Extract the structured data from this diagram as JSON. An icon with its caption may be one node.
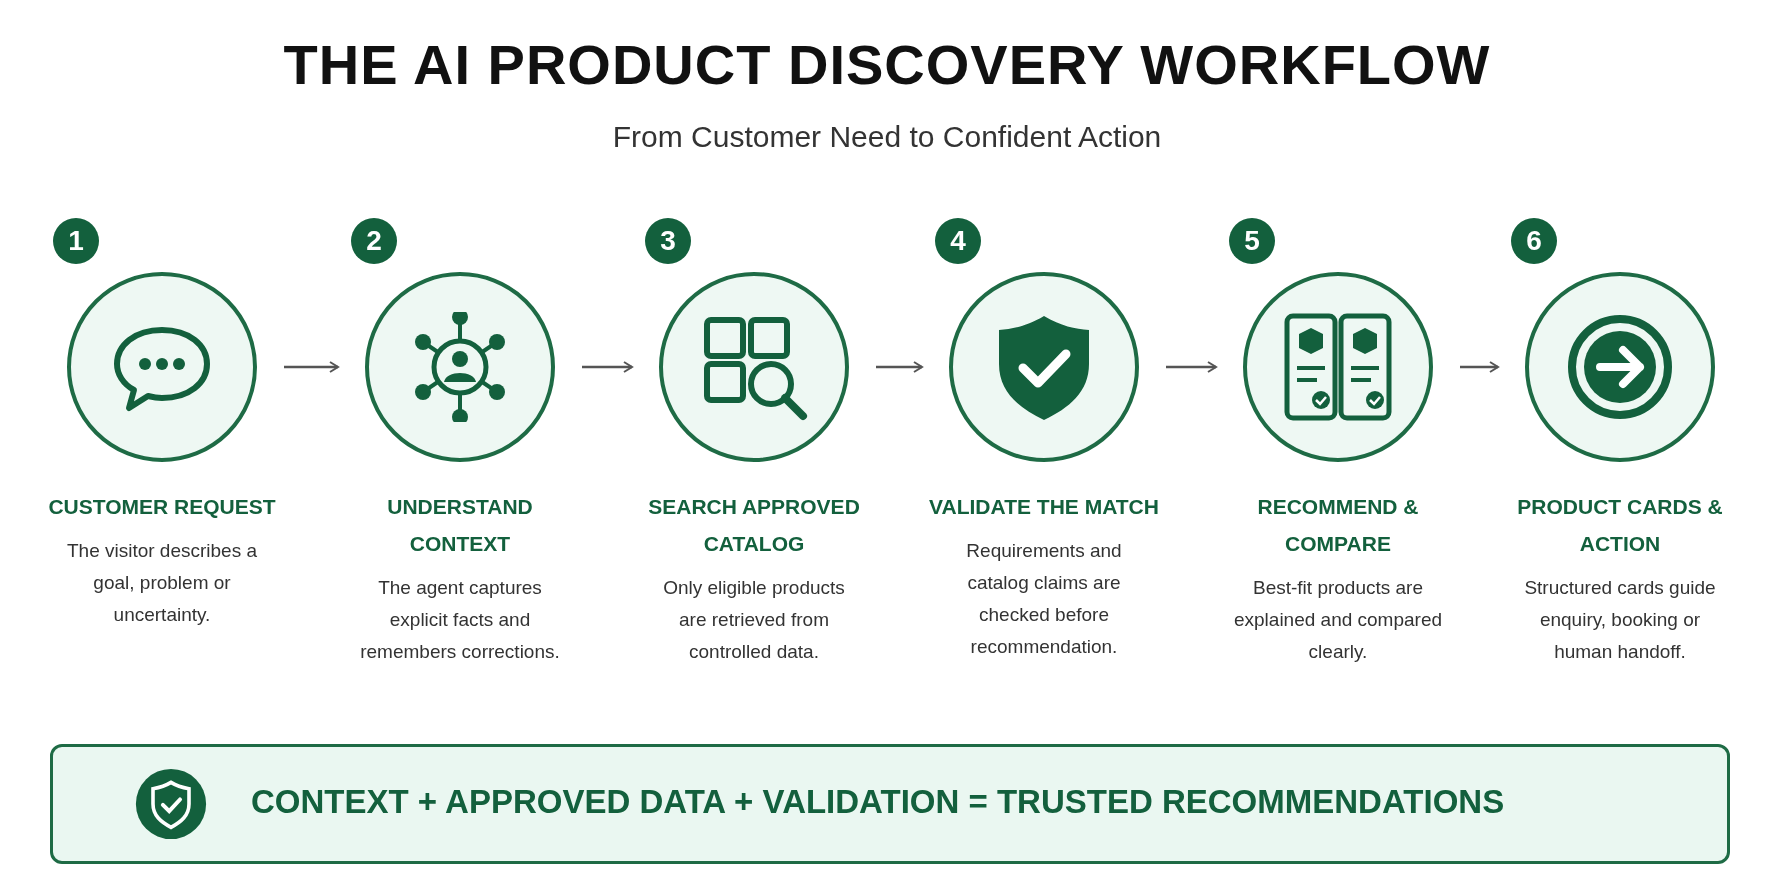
{
  "diagram": {
    "title": "THE AI PRODUCT DISCOVERY WORKFLOW",
    "caption": "From Customer Need to Confident Action",
    "nodes": [
      {
        "text": [
          "CUSTOMER REQUEST",
          "The visitor describes a goal, problem or uncertainty."
        ],
        "beside": [
          "1"
        ]
      },
      {
        "text": [
          "UNDERSTAND CONTEXT",
          "The agent captures explicit facts and remembers corrections."
        ],
        "beside": [
          "2"
        ]
      },
      {
        "text": [
          "SEARCH APPROVED CATALOG",
          "Only eligible products are retrieved from controlled data."
        ],
        "beside": [
          "3"
        ]
      },
      {
        "text": [
          "VALIDATE THE MATCH",
          "Requirements and catalog claims are checked before recommendation."
        ],
        "beside": [
          "4"
        ]
      },
      {
        "text": [
          "RECOMMEND & COMPARE",
          "Best-fit products are explained and compared clearly."
        ],
        "beside": [
          "5"
        ]
      },
      {
        "text": [
          "PRODUCT CARDS & ACTION",
          "Structured cards guide enquiry, booking or human handoff."
        ],
        "beside": [
          "6"
        ]
      },
      {
        "text": [
          "CONTEXT + APPROVED DATA + VALIDATION = TRUSTED RECOMMENDATIONS"
        ]
      }
    ],
    "edges": [
      {
        "from": 0,
        "to": 1,
        "arrow": "to"
      },
      {
        "from": 1,
        "to": 2,
        "arrow": "to"
      },
      {
        "from": 2,
        "to": 3,
        "arrow": "to"
      },
      {
        "from": 3,
        "to": 4,
        "arrow": "to"
      },
      {
        "from": 4,
        "to": 5,
        "arrow": "to"
      }
    ]
  }
}
